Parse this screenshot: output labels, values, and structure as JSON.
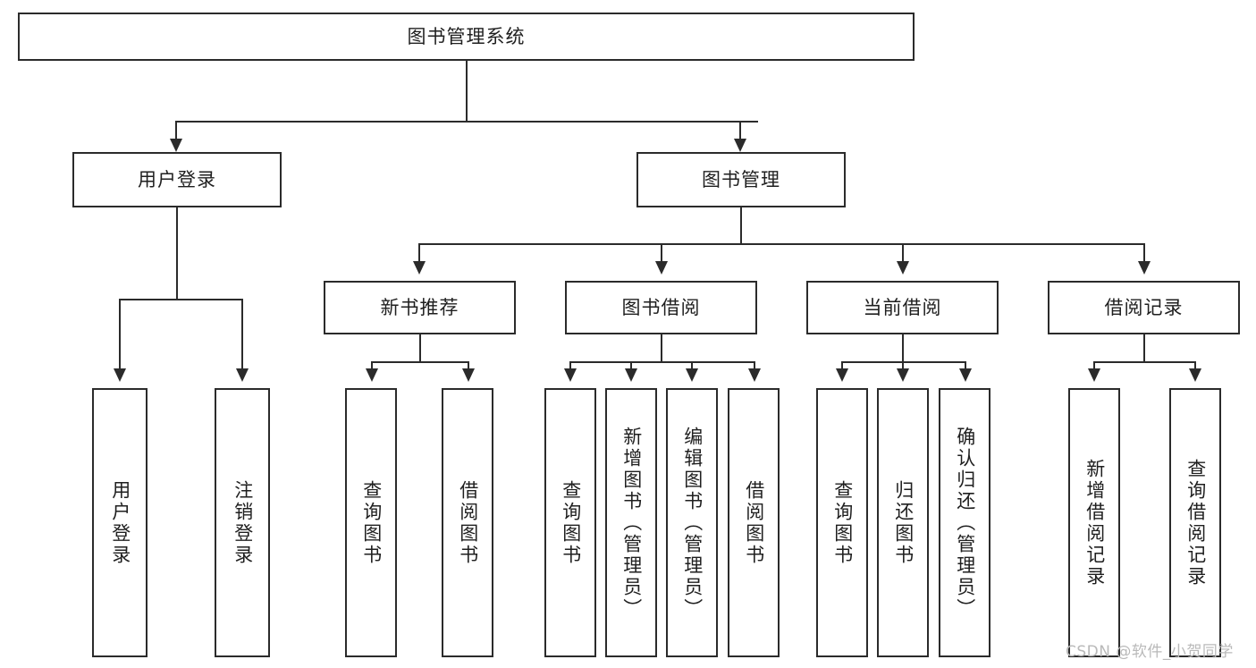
{
  "diagram": {
    "type": "tree-hierarchy",
    "title": "图书管理系统",
    "root": {
      "label": "图书管理系统"
    },
    "level2": [
      {
        "id": "user-login",
        "label": "用户登录"
      },
      {
        "id": "book-manage",
        "label": "图书管理"
      }
    ],
    "level3": [
      {
        "id": "new-book-recommend",
        "label": "新书推荐",
        "parent": "book-manage"
      },
      {
        "id": "book-borrow",
        "label": "图书借阅",
        "parent": "book-manage"
      },
      {
        "id": "current-borrow",
        "label": "当前借阅",
        "parent": "book-manage"
      },
      {
        "id": "borrow-record",
        "label": "借阅记录",
        "parent": "book-manage"
      }
    ],
    "leaves": [
      {
        "id": "leaf-user-login",
        "label": "用户登录",
        "parent": "user-login"
      },
      {
        "id": "leaf-logout-login",
        "label": "注销登录",
        "parent": "user-login"
      },
      {
        "id": "leaf-query-book-1",
        "label": "查询图书",
        "parent": "new-book-recommend"
      },
      {
        "id": "leaf-borrow-book-1",
        "label": "借阅图书",
        "parent": "new-book-recommend"
      },
      {
        "id": "leaf-query-book-2",
        "label": "查询图书",
        "parent": "book-borrow"
      },
      {
        "id": "leaf-add-book",
        "label": "新增图书（管理员）",
        "parent": "book-borrow"
      },
      {
        "id": "leaf-edit-book",
        "label": "编辑图书（管理员）",
        "parent": "book-borrow"
      },
      {
        "id": "leaf-borrow-book-2",
        "label": "借阅图书",
        "parent": "book-borrow"
      },
      {
        "id": "leaf-query-book-3",
        "label": "查询图书",
        "parent": "current-borrow"
      },
      {
        "id": "leaf-return-book",
        "label": "归还图书",
        "parent": "current-borrow"
      },
      {
        "id": "leaf-confirm-return",
        "label": "确认归还（管理员）",
        "parent": "current-borrow"
      },
      {
        "id": "leaf-add-record",
        "label": "新增借阅记录",
        "parent": "borrow-record"
      },
      {
        "id": "leaf-query-record",
        "label": "查询借阅记录",
        "parent": "borrow-record"
      }
    ],
    "colors": {
      "stroke": "#2b2b2b",
      "fill": "#ffffff",
      "text": "#1f1f1f",
      "watermark": "#b9b9b9"
    }
  },
  "watermark": {
    "text": "CSDN @软件_小贺同学"
  }
}
